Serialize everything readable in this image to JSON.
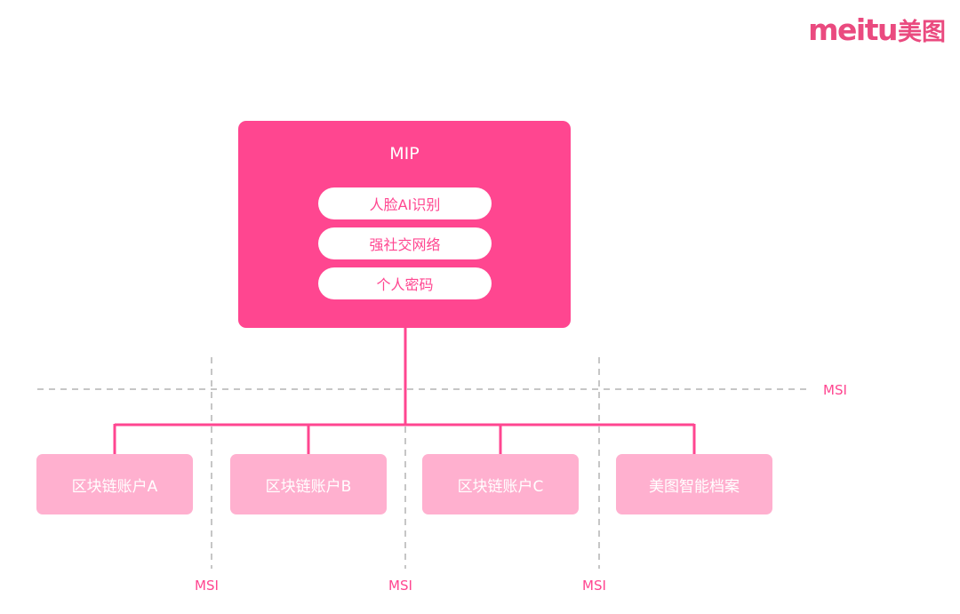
{
  "logo": {
    "latin": "meitu",
    "cjk": "美图"
  },
  "mip": {
    "title": "MIP",
    "features": [
      "人脸AI识别",
      "强社交网络",
      "个人密码"
    ]
  },
  "accounts": [
    "区块链账户A",
    "区块链账户B",
    "区块链账户C",
    "美图智能档案"
  ],
  "msi_labels": {
    "right": "MSI",
    "bottom": [
      "MSI",
      "MSI",
      "MSI"
    ]
  },
  "colors": {
    "primary": "#ff4690",
    "account_fill": "#ffb0cf",
    "dashed_line": "#b4b4b4",
    "logo": "#ea4a7f"
  }
}
